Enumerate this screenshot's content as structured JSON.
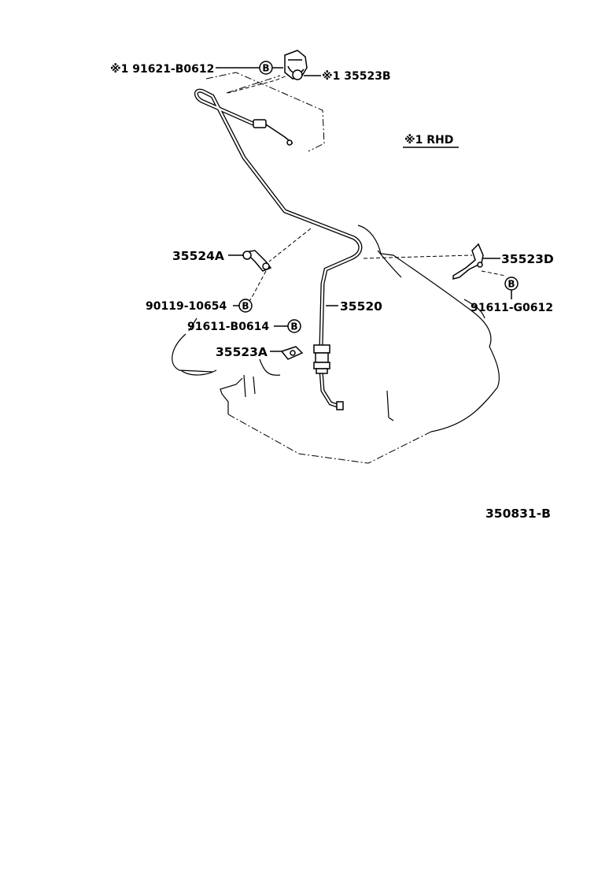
{
  "labels": {
    "p91621": "※1 91621-B0612",
    "p35523B": "※1 35523B",
    "note_rhd": "※1  RHD",
    "p35524A": "35524A",
    "p35523D": "35523D",
    "p90119": "90119-10654",
    "p91611_G": "91611-G0612",
    "p91611_B": "91611-B0614",
    "p35520": "35520",
    "p35523A": "35523A",
    "ref": "350831-B"
  },
  "bolt_marker": "B"
}
